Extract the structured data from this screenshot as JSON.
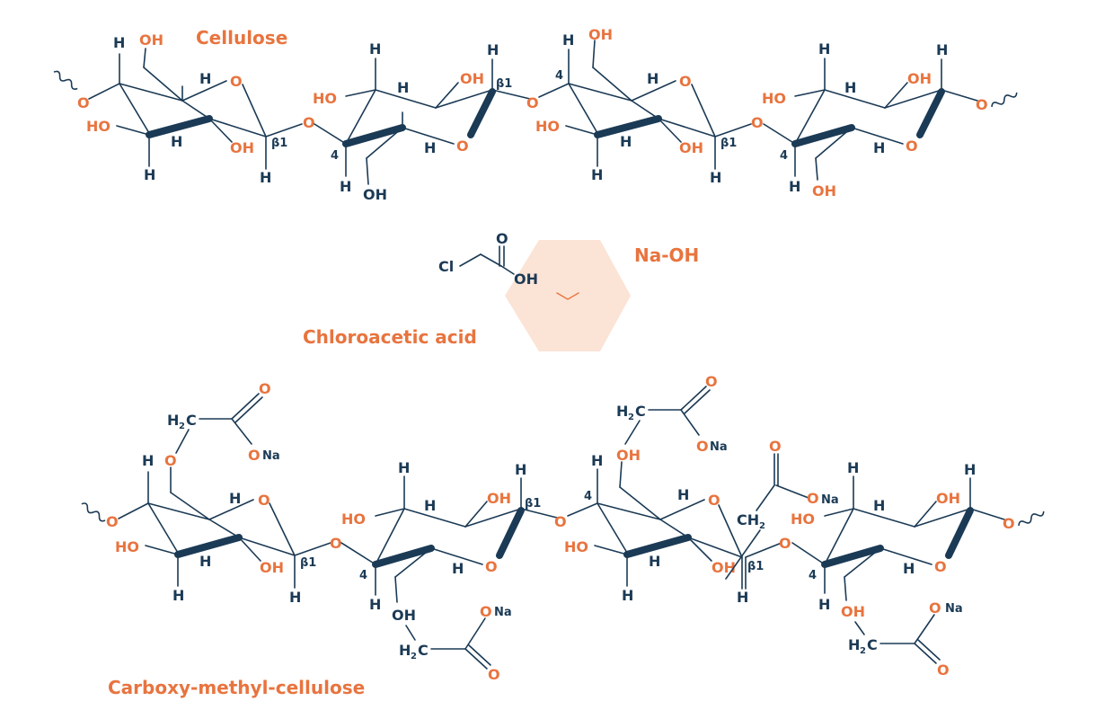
{
  "labels": {
    "cellulose": "Cellulose",
    "reagent_base": "Na-OH",
    "reagent_acid": "Chloroacetic acid",
    "product": "Carboxy-methyl-cellulose"
  },
  "atoms": {
    "H": "H",
    "OH": "OH",
    "HO": "HO",
    "O": "O",
    "Na": "Na",
    "ONa": "ONa",
    "Cl": "Cl",
    "C": "C",
    "H2C_base": "H",
    "CH2_base": "CH",
    "sub2": "2"
  },
  "positions": {
    "beta1": "β1",
    "four": "4"
  },
  "colors": {
    "navy": "#1b3a55",
    "orange": "#e8743f",
    "arrow_fill": "#fbe3d6"
  }
}
